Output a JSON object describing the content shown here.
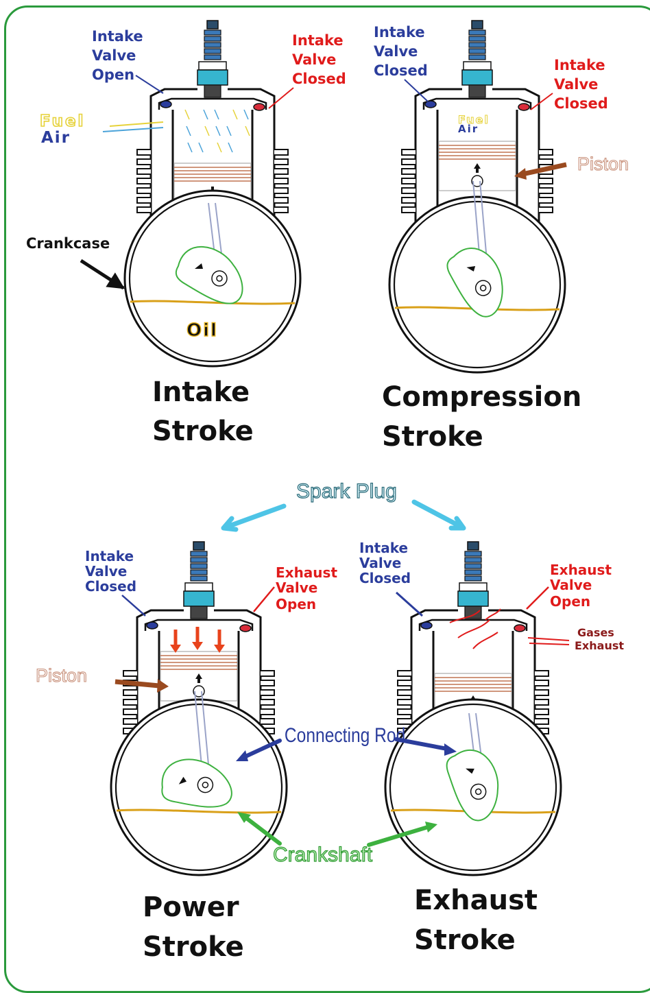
{
  "colors": {
    "frame": "#2a9a3c",
    "intake_label": "#2b3d9c",
    "exhaust_label": "#e01b1b",
    "piston_label": "#c8907a",
    "piston_arrow": "#9a4a1f",
    "spark_label": "#2c6a78",
    "spark_arrow": "#4ec4e6",
    "connecting_rod": "#2b3d9c",
    "crankshaft": "#3db13f",
    "oil": "#d9a019",
    "gases": "#8b1a1a"
  },
  "panels": {
    "intake": {
      "label_valve_left": [
        "Intake",
        "Valve",
        "Open"
      ],
      "label_valve_right": [
        "Intake",
        "Valve",
        "Closed"
      ],
      "fuel": "Fuel",
      "air": "Air",
      "crankcase": "Crankcase",
      "oil": "Oil",
      "title": [
        "Intake",
        "Stroke"
      ]
    },
    "compression": {
      "label_valve_left": [
        "Intake",
        "Valve",
        "Closed"
      ],
      "label_valve_right": [
        "Intake",
        "Valve",
        "Closed"
      ],
      "fuel": "Fuel",
      "air": "Air",
      "piston": "Piston",
      "title": [
        "Compression",
        "Stroke"
      ]
    },
    "power": {
      "label_valve_left": [
        "Intake",
        "Valve",
        "Closed"
      ],
      "label_valve_right": [
        "Exhaust",
        "Valve",
        "Open"
      ],
      "piston": "Piston",
      "title": [
        "Power",
        "Stroke"
      ]
    },
    "exhaust": {
      "label_valve_left": [
        "Intake",
        "Valve",
        "Closed"
      ],
      "label_valve_right": [
        "Exhaust",
        "Valve",
        "Open"
      ],
      "gases": [
        "Gases",
        "Exhaust"
      ],
      "title": [
        "Exhaust",
        "Stroke"
      ]
    }
  },
  "shared": {
    "spark_plug": "Spark Plug",
    "connecting_rod": "Connecting Rod",
    "crankshaft": "Crankshaft"
  }
}
